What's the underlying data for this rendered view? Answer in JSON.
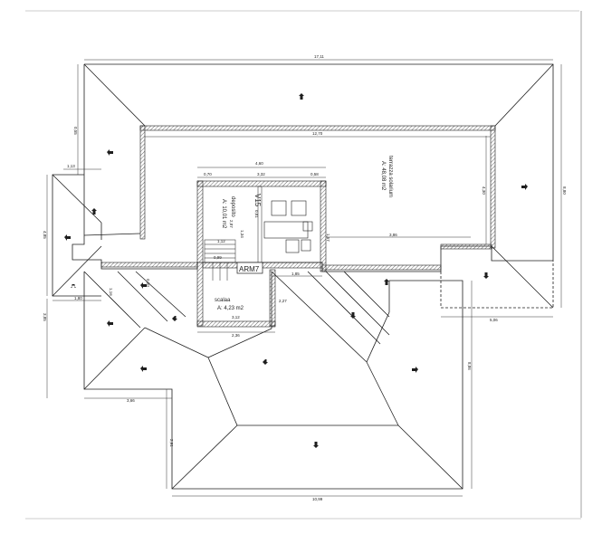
{
  "dimensions": {
    "top_total": "17,11",
    "inner_top": "12,70",
    "left_upper": "0,55",
    "right_side": "8,80",
    "right_inner": "4,30",
    "center_total": "4,60",
    "center_a": "0,70",
    "center_b": "3,32",
    "center_c": "0,58",
    "left_small": "1,13",
    "left_height": "4,85",
    "left_bottom": "1,80",
    "left_lower": "3,85",
    "left_run": "3,66",
    "mid_lower": "2,91",
    "bottom_total": "10,99",
    "right_bottom": "5,06",
    "right_lower": "8,86",
    "right_mid": "3,86",
    "box_width": "2,36",
    "box_inner": "3,12",
    "terrace_gap": "1,85",
    "stair_a": "2,87",
    "stair_b": "1,34",
    "stair_c": "1,12",
    "stair_d": "0,99",
    "misc_a": "0,81",
    "misc_b": "2,27",
    "misc_c": "1,57",
    "misc_d": "0,20",
    "left_wall": "1,16"
  },
  "rooms": {
    "terrace_name": "terrazza solarium",
    "terrace_area": "A: 48,08 m2",
    "office_name": "deposito",
    "office_area": "A: 10,01 m2",
    "office_code": "V15",
    "stair_name": "scalaa",
    "stair_area": "A: 4,23 m2",
    "cabinet_code": "ARM7"
  },
  "colors": {
    "line": "#1e1e1e",
    "hatch": "#555555",
    "paper": "#ffffff"
  }
}
